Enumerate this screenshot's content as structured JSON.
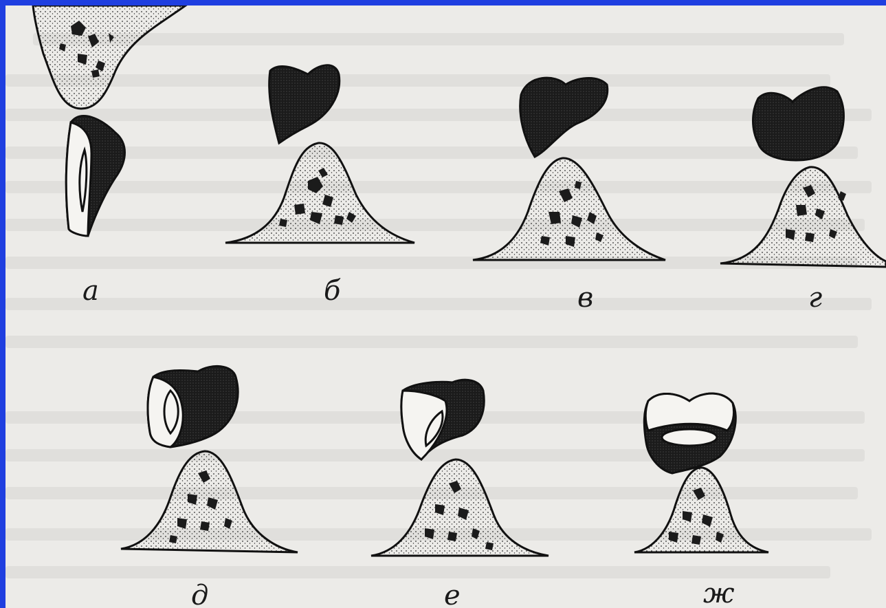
{
  "figure": {
    "panels": [
      {
        "id": "a",
        "label": "а"
      },
      {
        "id": "b",
        "label": "б"
      },
      {
        "id": "v",
        "label": "в"
      },
      {
        "id": "g",
        "label": "г"
      },
      {
        "id": "d",
        "label": "д"
      },
      {
        "id": "e",
        "label": "е"
      },
      {
        "id": "zh",
        "label": "ж"
      }
    ]
  },
  "colors": {
    "frame": "#1f3fe0",
    "paper": "#ecebe8",
    "ink": "#1a1a1a"
  }
}
